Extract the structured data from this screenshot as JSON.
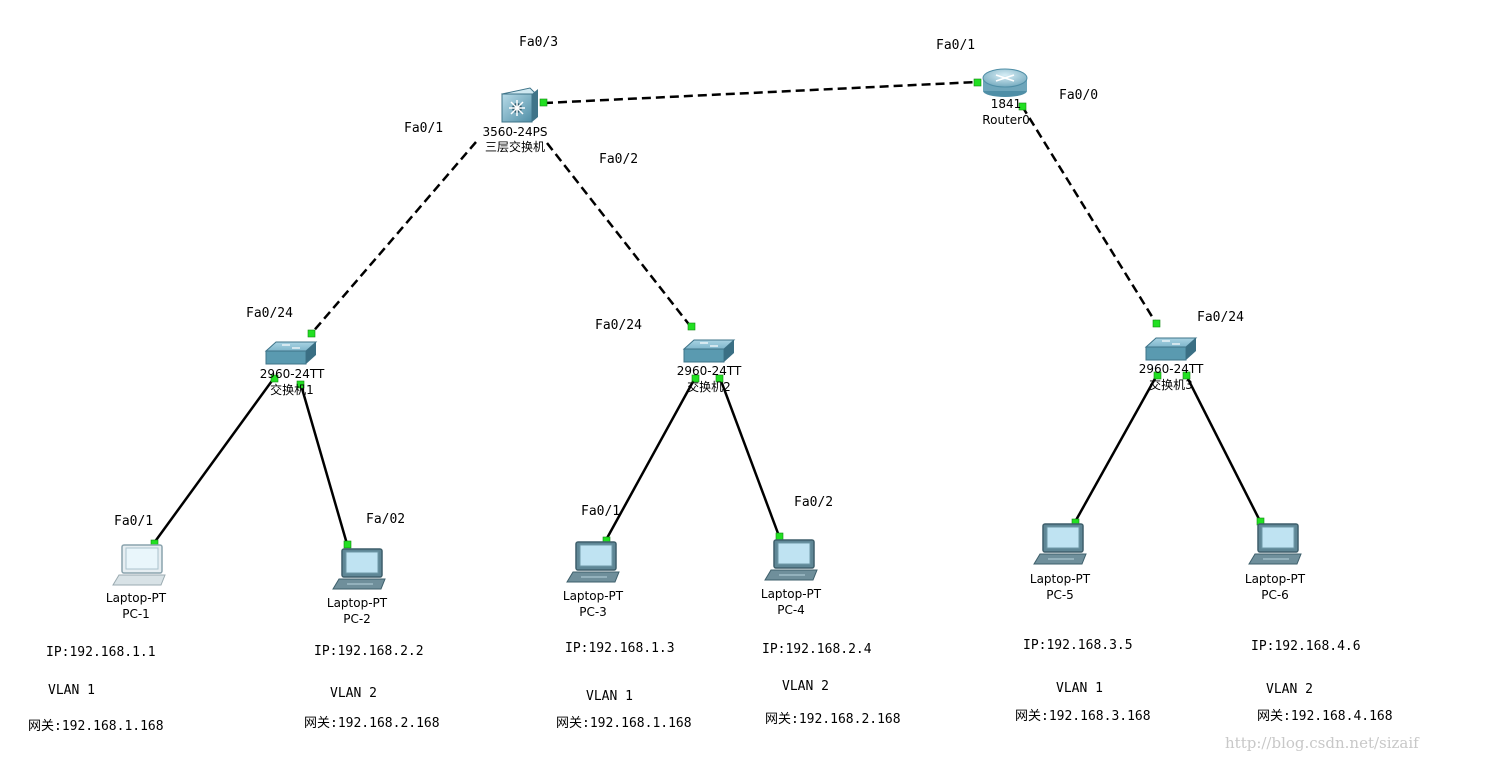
{
  "devices": {
    "l3switch": {
      "model": "3560-24PS",
      "name": "三层交换机"
    },
    "router": {
      "model": "1841",
      "name": "Router0"
    },
    "sw1": {
      "model": "2960-24TT",
      "name": "交换机1"
    },
    "sw2": {
      "model": "2960-24TT",
      "name": "交换机2"
    },
    "sw3": {
      "model": "2960-24TT",
      "name": "交换机3"
    },
    "pc1": {
      "model": "Laptop-PT",
      "name": "PC-1",
      "ip": "IP:192.168.1.1",
      "vlan": "VLAN 1",
      "gateway": "网关:192.168.1.168"
    },
    "pc2": {
      "model": "Laptop-PT",
      "name": "PC-2",
      "ip": "IP:192.168.2.2",
      "vlan": "VLAN 2",
      "gateway": "网关:192.168.2.168"
    },
    "pc3": {
      "model": "Laptop-PT",
      "name": "PC-3",
      "ip": "IP:192.168.1.3",
      "vlan": "VLAN 1",
      "gateway": "网关:192.168.1.168"
    },
    "pc4": {
      "model": "Laptop-PT",
      "name": "PC-4",
      "ip": "IP:192.168.2.4",
      "vlan": "VLAN 2",
      "gateway": "网关:192.168.2.168"
    },
    "pc5": {
      "model": "Laptop-PT",
      "name": "PC-5",
      "ip": "IP:192.168.3.5",
      "vlan": "VLAN 1",
      "gateway": "网关:192.168.3.168"
    },
    "pc6": {
      "model": "Laptop-PT",
      "name": "PC-6",
      "ip": "IP:192.168.4.6",
      "vlan": "VLAN 2",
      "gateway": "网关:192.168.4.168"
    }
  },
  "ports": {
    "l3_fa03": "Fa0/3",
    "l3_fa01": "Fa0/1",
    "l3_fa02": "Fa0/2",
    "router_fa01": "Fa0/1",
    "router_fa00": "Fa0/0",
    "sw1_fa024": "Fa0/24",
    "sw2_fa024": "Fa0/24",
    "sw3_fa024": "Fa0/24",
    "pc1_port": "Fa0/1",
    "pc2_port": "Fa/02",
    "pc3_port": "Fa0/1",
    "pc4_port": "Fa0/2"
  },
  "watermark": "http://blog.csdn.net/sizaif",
  "colors": {
    "link": "#000000",
    "port_up": "#22e022",
    "switch_body": "#5a9ab0",
    "laptop_screen": "#bfe3f2"
  }
}
